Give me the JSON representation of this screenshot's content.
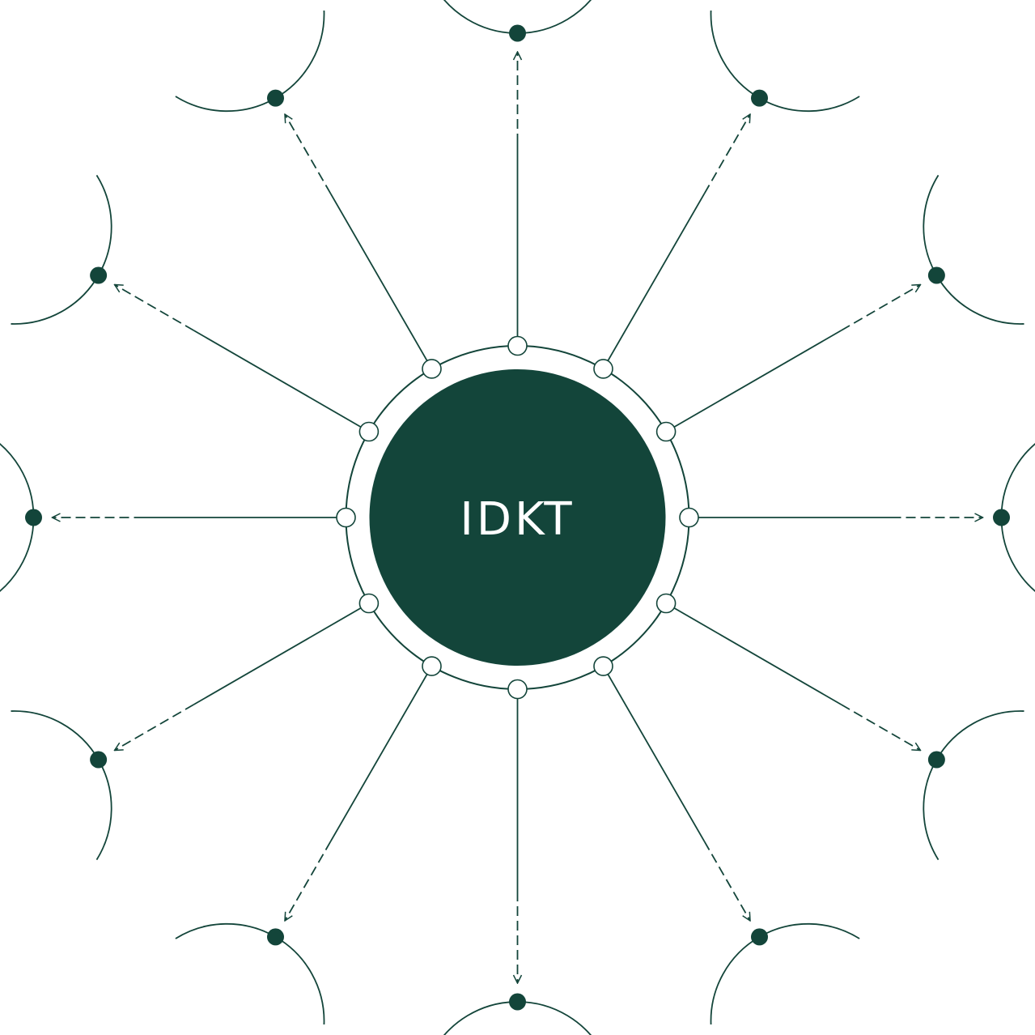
{
  "center": {
    "label": "IDKT"
  },
  "spokes": {
    "count": 12,
    "arrow_style": "dashed-with-arrowhead",
    "endpoint_style": "filled-dot-on-arc"
  },
  "colors": {
    "primary": "#13453a",
    "background": "#ffffff",
    "hub_text": "#ffffff",
    "port_fill": "#ffffff"
  }
}
